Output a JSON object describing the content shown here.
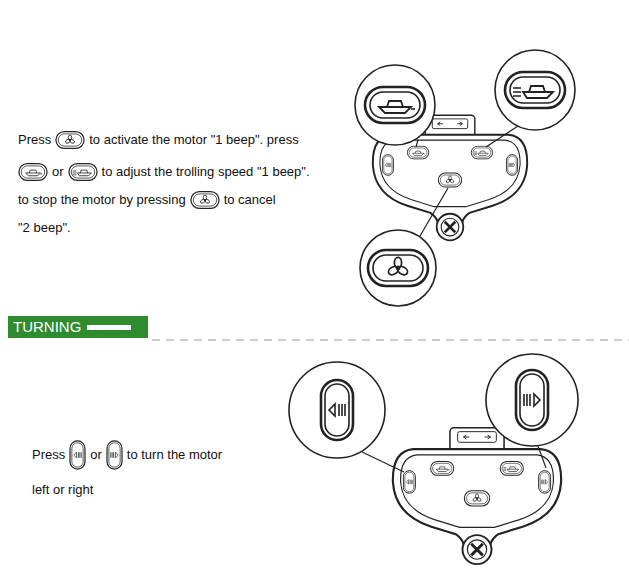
{
  "diagram": {
    "nodes": [
      {
        "text": [
          "TURNING"
        ]
      }
    ],
    "labels": [
      "Press",
      "to activate the motor \"1 beep\". press",
      "or",
      "to adjust the trolling speed \"1 beep\".",
      "to stop the motor by pressing",
      "to cancel",
      "\"2 beep\".",
      "Press",
      "or",
      "to turn the motor",
      "left or right"
    ]
  }
}
